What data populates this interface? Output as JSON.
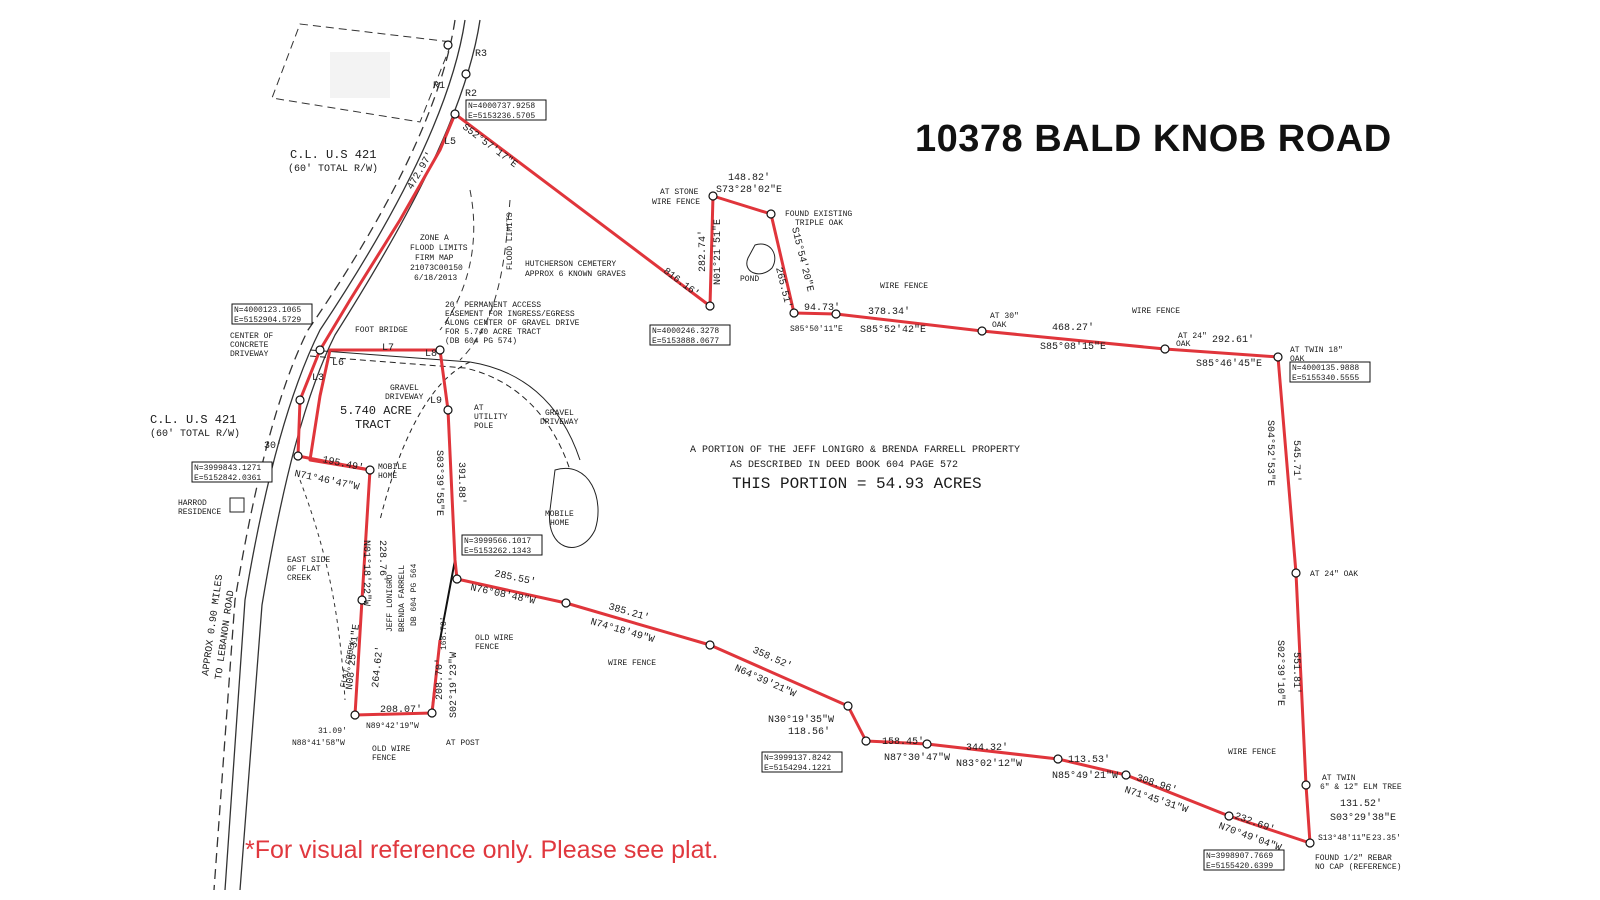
{
  "title": "10378 BALD KNOB ROAD",
  "disclaimer": "*For visual reference only. Please see plat.",
  "colors": {
    "boundary": "#e0353b",
    "linework": "#222222",
    "disclaimer": "#e0383e"
  },
  "map": {
    "road_label_top": "C.L. U.S 421",
    "road_row_top": "(60' TOTAL R/W)",
    "road_label_left": "C.L. U.S 421",
    "road_row_left": "(60' TOTAL R/W)",
    "description_1": "A PORTION OF THE JEFF LONIGRO & BRENDA FARRELL PROPERTY",
    "description_2": "AS DESCRIBED IN DEED BOOK 604 PAGE 572",
    "portion": "THIS PORTION = 54.93 ACRES",
    "tract_1": "5.740 ACRE",
    "tract_2": "TRACT",
    "flood_1": "ZONE A",
    "flood_2": "FLOOD LIMITS",
    "flood_3": "FIRM MAP",
    "flood_4": "21073C00150",
    "flood_5": "6/18/2013",
    "flood_limits": "FLOOD LIMITS",
    "cemetery_1": "HUTCHERSON CEMETERY",
    "cemetery_2": "APPROX 6 KNOWN GRAVES",
    "access_1": "20' PERMANENT ACCESS",
    "access_2": "EASEMENT FOR INGRESS/EGRESS",
    "access_3": "ALONG CENTER OF GRAVEL DRIVE",
    "access_4": "FOR 5.740 ACRE TRACT",
    "access_5": "(DB 604 PG 574)",
    "foot_bridge": "FOOT BRIDGE",
    "center_concrete_1": "CENTER OF",
    "center_concrete_2": "CONCRETE",
    "center_concrete_3": "DRIVEWAY",
    "gravel_drive_1": "GRAVEL",
    "gravel_drive_2": "DRIVEWAY",
    "gravel_drive_3": "GRAVEL",
    "gravel_drive_4": "DRIVEWAY",
    "utility_1": "AT",
    "utility_2": "UTILITY",
    "utility_3": "POLE",
    "mobile_home_1": "MOBILE",
    "mobile_home_2": "HOME",
    "mobile_home_3": "MOBILE",
    "mobile_home_4": "HOME",
    "harrod_1": "HARROD",
    "harrod_2": "RESIDENCE",
    "creek_1": "EAST SIDE",
    "creek_2": "OF FLAT",
    "creek_3": "CREEK",
    "flat_creek": "FLAT CREEK",
    "owner_1": "JEFF LONIGRO",
    "owner_2": "BRENDA FARRELL",
    "owner_3": "DB 604 PG 564",
    "approx_1": "APPROX 0.90 MILES",
    "approx_2": "TO LEBANON ROAD",
    "stone_1": "AT STONE",
    "stone_2": "WIRE FENCE",
    "triple_oak_1": "FOUND EXISTING",
    "triple_oak_2": "TRIPLE OAK",
    "pond": "POND",
    "wire_fence_1": "WIRE FENCE",
    "wire_fence_2": "WIRE FENCE",
    "wire_fence_3": "WIRE FENCE",
    "wire_fence_4": "WIRE FENCE",
    "old_wire_1": "OLD WIRE",
    "old_wire_2": "FENCE",
    "old_wire_3": "OLD WIRE",
    "old_wire_4": "FENCE",
    "at_post": "AT POST",
    "oak_30_1": "AT 30\"",
    "oak_30_2": "OAK",
    "oak_24_1": "AT 24\"",
    "oak_24_2": "OAK",
    "twin_oak_1": "AT TWIN 18\"",
    "twin_oak_2": "OAK",
    "oak_24_east": "AT 24\" OAK",
    "elm_1": "AT TWIN",
    "elm_2": "6\" & 12\" ELM TREE",
    "rebar_1": "FOUND 1/2\" REBAR",
    "rebar_2": "NO CAP (REFERENCE)",
    "coords": {
      "c1a": "N=4000737.9258",
      "c1b": "E=5153236.5705",
      "c2a": "N=4000246.3278",
      "c2b": "E=5153888.0677",
      "c3a": "N=4000135.9888",
      "c3b": "E=5155340.5555",
      "c4a": "N=4000123.1065",
      "c4b": "E=5152904.5729",
      "c5a": "N=3999843.1271",
      "c5b": "E=5152842.0361",
      "c6a": "N=3999566.1017",
      "c6b": "E=5153262.1343",
      "c7a": "N=3999137.8242",
      "c7b": "E=5154294.1221",
      "c8a": "N=3998907.7669",
      "c8b": "E=5155420.6399"
    },
    "calls": {
      "d1": "816.16'",
      "b1": "S52°57'17\"E",
      "d2": "282.74'",
      "b2": "N01°21'51\"E",
      "d3": "148.82'",
      "b3": "S73°28'02\"E",
      "d4": "265.51'",
      "b4": "S15°54'20\"E",
      "d5": "94.73'",
      "b5": "S85°50'11\"E",
      "d6": "378.34'",
      "b6": "S85°52'42\"E",
      "d7": "468.27'",
      "b7": "S85°08'15\"E",
      "d8": "292.61'",
      "b8": "S85°46'45\"E",
      "d9": "545.71'",
      "b9": "S04°52'53\"E",
      "d10": "551.81'",
      "b10": "S02°39'10\"E",
      "d11": "131.52'",
      "b11": "S03°29'38\"E",
      "d12": "23.35'",
      "b12": "S13°48'11\"E",
      "d13": "232.69'",
      "b13": "N70°49'04\"W",
      "d14": "308.96'",
      "b14": "N71°45'31\"W",
      "d15": "113.53'",
      "b15": "N85°49'21\"W",
      "d16": "344.32'",
      "b16": "N83°02'12\"W",
      "d17": "158.45'",
      "b17": "N87°30'47\"W",
      "d18": "118.56'",
      "b18": "N30°19'35\"W",
      "d19": "358.52'",
      "b19": "N64°39'21\"W",
      "d20": "385.21'",
      "b20": "N74°18'49\"W",
      "d21": "285.55'",
      "b21": "N76°08'48\"W",
      "d22": "391.88'",
      "b22": "S03°39'55\"E",
      "d23": "168.78'",
      "d24": "208.70'",
      "b24": "S02°19'23\"W",
      "d25": "208.07'",
      "b25": "N89°42'19\"W",
      "d26": "31.09'",
      "b26": "N88°41'58\"W",
      "d27": "264.62'",
      "b27": "N08°25'31\"E",
      "d28": "228.76'",
      "b28": "N01°18'22\"W",
      "d29": "195.49'",
      "b29": "N71°46'47\"W",
      "d30": "30'",
      "l5": "L5",
      "l6": "L6",
      "l7": "L7",
      "l8": "L8",
      "l9": "L9",
      "l3": "L3",
      "r1": "R1",
      "r2": "R2",
      "r3": "R3",
      "d31": "472.97'"
    }
  }
}
